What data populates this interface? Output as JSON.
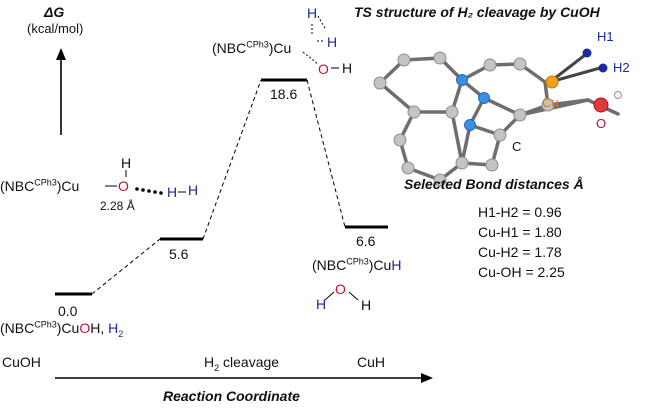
{
  "y_axis": {
    "symbol": "ΔG",
    "unit": "(kcal/mol)"
  },
  "x_axis": {
    "title": "Reaction Coordinate"
  },
  "ts_title": "TS structure of H₂ cleavage by CuOH",
  "levels": {
    "cuoh": "0.0",
    "complex": "5.6",
    "ts": "18.6",
    "product": "6.6"
  },
  "labels": {
    "ligand_base": "NBC",
    "ligand_sup": "CPh3",
    "cu": "Cu",
    "o": "O",
    "h": "H",
    "oh": "OH",
    "h2_text": "H",
    "h2_sub": "2",
    "distance": "2.28 Å",
    "comma": ","
  },
  "x_categories": {
    "left": "CuOH",
    "middle_base": "H",
    "middle_sub": "2",
    "middle_rest": " cleavage",
    "right": "CuH"
  },
  "atoms": {
    "h1": "H1",
    "h2": "H2",
    "cu": "Cu",
    "o": "O",
    "c": "C"
  },
  "bond_table": {
    "title": "Selected Bond distances Å",
    "rows": [
      "H1-H2 = 0.96",
      "Cu-H1 = 1.80",
      "Cu-H2 = 1.78",
      "Cu-OH = 2.25"
    ]
  },
  "colors": {
    "blue": "#1a2a9e",
    "red": "#c8102e",
    "cu_orange": "#e07b00",
    "carbon_gray": "#b8b8b8",
    "nitrogen_blue": "#3a8ee6"
  }
}
